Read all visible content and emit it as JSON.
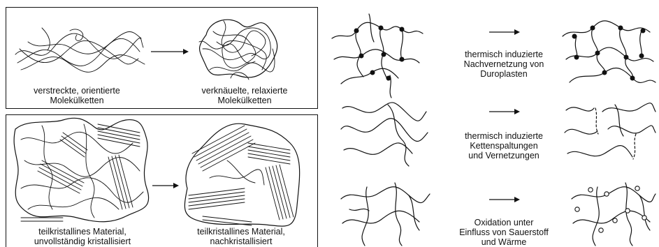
{
  "left": {
    "top_panel": {
      "before_caption": [
        "verstreckte, orientierte",
        "Molekülketten"
      ],
      "after_caption": [
        "verknäuelte, relaxierte",
        "Molekülketten"
      ]
    },
    "bottom_panel": {
      "before_caption": [
        "teilkristallines Material,",
        "unvollständig kristallisiert"
      ],
      "after_caption": [
        "teilkristallines Material,",
        "nachkristallisiert"
      ]
    }
  },
  "right": {
    "row1_caption": [
      "thermisch induzierte",
      "Nachvernetzung von",
      "Duroplasten"
    ],
    "row2_caption": [
      "thermisch induzierte",
      "Kettenspaltungen",
      "und Vernetzungen"
    ],
    "row3_caption": [
      "Oxidation unter",
      "Einfluss von Sauerstoff",
      "und Wärme"
    ]
  }
}
